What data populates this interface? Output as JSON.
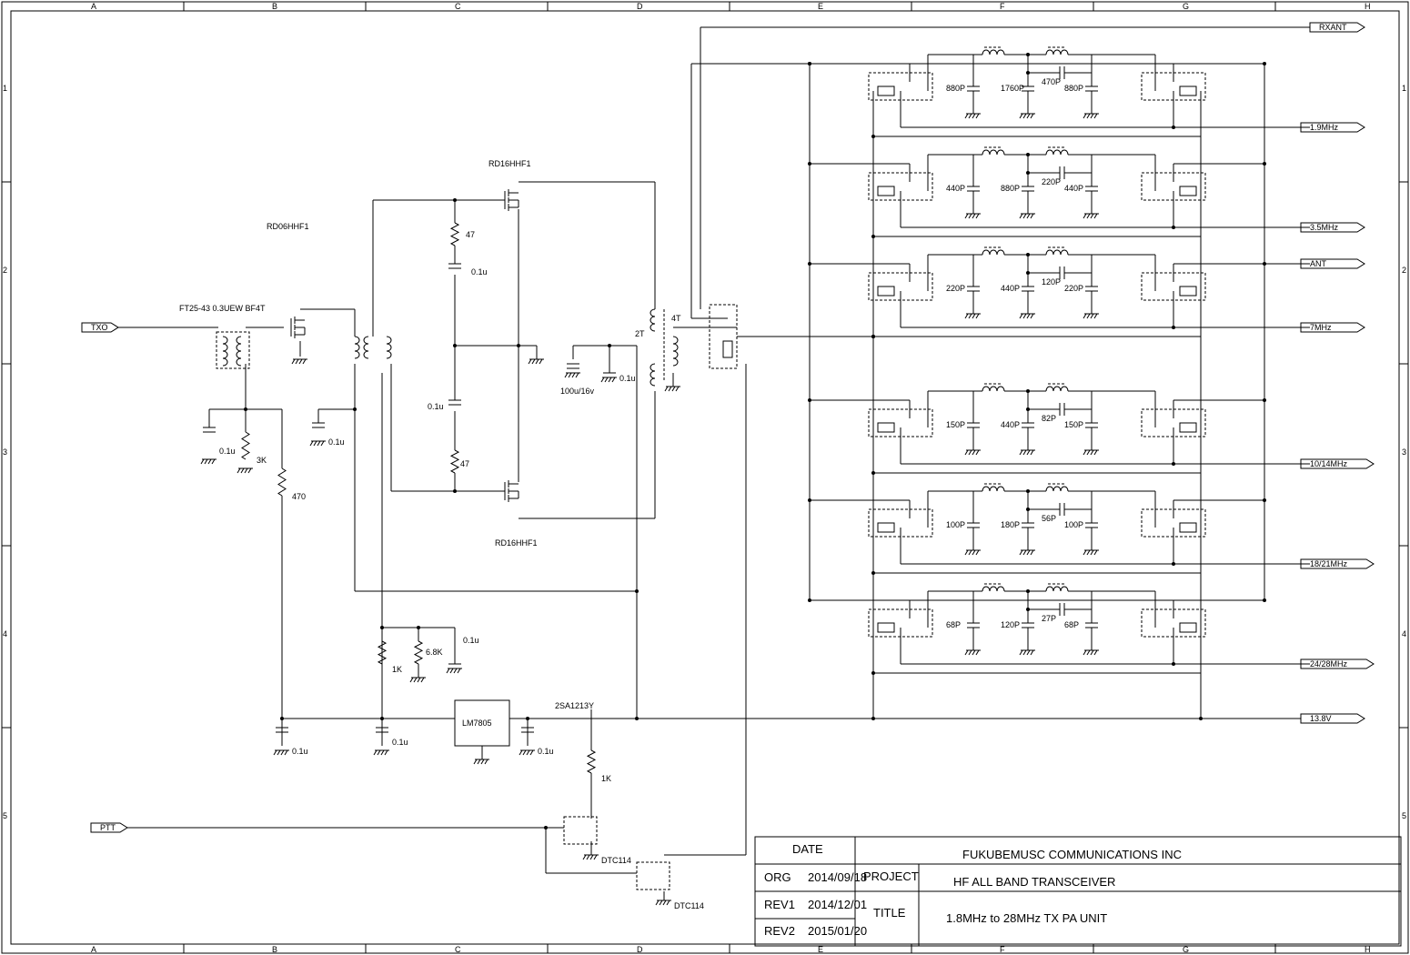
{
  "border": {
    "cols": [
      "A",
      "B",
      "C",
      "D",
      "E",
      "F",
      "G",
      "H"
    ],
    "rows": [
      "1",
      "2",
      "3",
      "4",
      "5"
    ]
  },
  "components": {
    "q1": "RD06HHF1",
    "q2": "RD16HHF1",
    "q3": "RD16HHF1",
    "t1": "FT25-43 0.3UEW BF4T",
    "t_2t": "2T",
    "t_4t": "4T",
    "reg": "LM7805",
    "q_switch": "2SA1213Y",
    "dtc1": "DTC114",
    "dtc2": "DTC114",
    "r_47_top": "47",
    "r_47_bot": "47",
    "c_01_top": "0.1u",
    "c_01_mid": "0.1u",
    "c_01_a": "0.1u",
    "c_01_b": "0.1u",
    "c_01_c": "0.1u",
    "c_01_d": "0.1u",
    "c_01_e": "0.1u",
    "c_01_f": "0.1u",
    "c_01_g": "0.1u",
    "c_01_h": "0.1u",
    "c_100u": "100u/16v",
    "r_3k": "3K",
    "r_470": "470",
    "r_1k_a": "1K",
    "r_68k": "6.8K",
    "r_1k_b": "1K"
  },
  "ports": {
    "txo": "TXO",
    "ptt": "PTT",
    "rxant": "RXANT",
    "ant": "ANT",
    "v138": "13.8V",
    "b19": "1.9MHz",
    "b35": "3.5MHz",
    "b7": "7MHz",
    "b1014": "10/14MHz",
    "b1821": "18/21MHz",
    "b2428": "24/28MHz"
  },
  "lpf": [
    {
      "c1": "880P",
      "c2": "1760P",
      "c3": "470P",
      "c4": "880P"
    },
    {
      "c1": "440P",
      "c2": "880P",
      "c3": "220P",
      "c4": "440P"
    },
    {
      "c1": "220P",
      "c2": "440P",
      "c3": "120P",
      "c4": "220P"
    },
    {
      "c1": "150P",
      "c2": "440P",
      "c3": "82P",
      "c4": "150P"
    },
    {
      "c1": "100P",
      "c2": "180P",
      "c3": "56P",
      "c4": "100P"
    },
    {
      "c1": "68P",
      "c2": "120P",
      "c3": "27P",
      "c4": "68P"
    }
  ],
  "title_block": {
    "date_label": "DATE",
    "company": "FUKUBEMUSC COMMUNICATIONS INC",
    "org_label": "ORG",
    "org_date": "2014/09/18",
    "project_label": "PROJECT",
    "project": "HF ALL BAND TRANSCEIVER",
    "rev1_label": "REV1",
    "rev1_date": "2014/12/01",
    "title_label": "TITLE",
    "title": "1.8MHz to 28MHz TX PA UNIT",
    "rev2_label": "REV2",
    "rev2_date": "2015/01/20"
  }
}
